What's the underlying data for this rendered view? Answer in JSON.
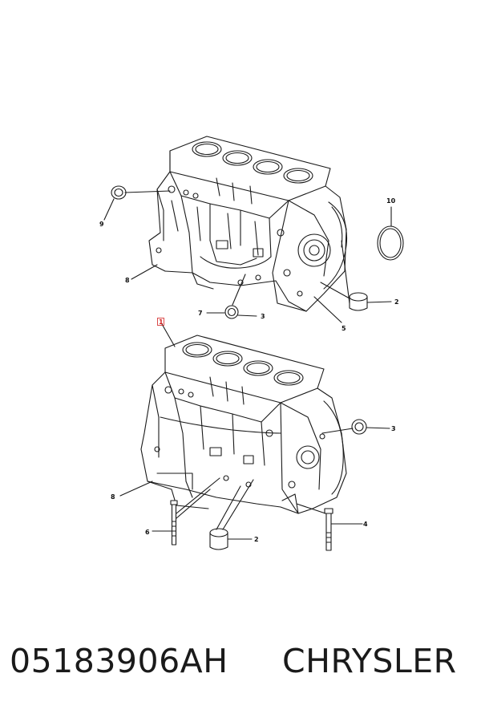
{
  "footer": {
    "part_number": "05183906AH",
    "brand": "CHRYSLER"
  },
  "callouts": {
    "c9": "9",
    "c10": "10",
    "c8_top": "8",
    "c2_top": "2",
    "c7": "7",
    "c3_top": "3",
    "c5": "5",
    "c1": "1",
    "c3_bottom": "3",
    "c8_bottom": "8",
    "c4": "4",
    "c6": "6",
    "c2_bottom": "2"
  },
  "colors": {
    "line": "#1a1a1a",
    "callout_highlight": "#d21f1f"
  }
}
